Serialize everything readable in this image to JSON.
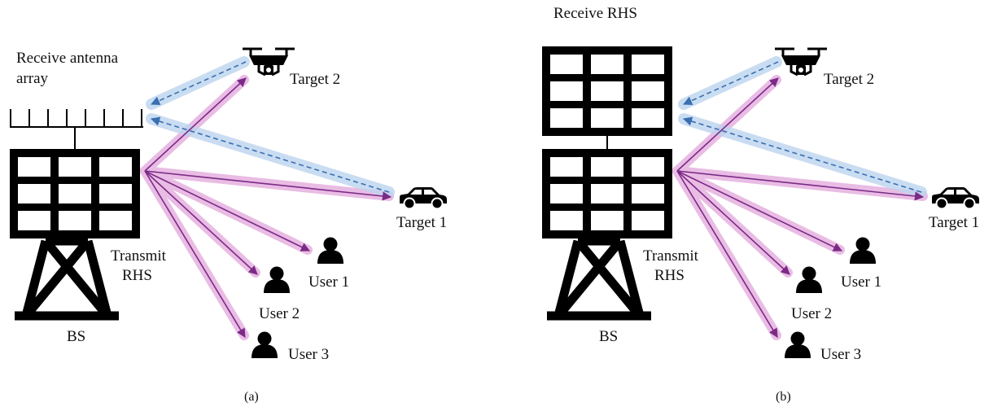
{
  "panels": [
    {
      "caption": "(a)",
      "receiver_label": "Receive antenna array",
      "receiver_label_lines": [
        "Receive antenna",
        "array"
      ],
      "transmit_label_lines": [
        "Transmit",
        "RHS"
      ],
      "bs_label": "BS",
      "targets": [
        {
          "label": "Target 1",
          "icon": "car-icon"
        },
        {
          "label": "Target 2",
          "icon": "drone-icon"
        }
      ],
      "users": [
        {
          "label": "User 1",
          "icon": "user-icon"
        },
        {
          "label": "User 2",
          "icon": "user-icon"
        },
        {
          "label": "User 3",
          "icon": "user-icon"
        }
      ]
    },
    {
      "caption": "(b)",
      "receiver_label": "Receive RHS",
      "transmit_label_lines": [
        "Transmit",
        "RHS"
      ],
      "bs_label": "BS",
      "targets": [
        {
          "label": "Target 1",
          "icon": "car-icon"
        },
        {
          "label": "Target 2",
          "icon": "drone-icon"
        }
      ],
      "users": [
        {
          "label": "User 1",
          "icon": "user-icon"
        },
        {
          "label": "User 2",
          "icon": "user-icon"
        },
        {
          "label": "User 3",
          "icon": "user-icon"
        }
      ]
    }
  ],
  "colors": {
    "transmit_beam": "#7b2a86",
    "transmit_halo": "#e2a6dc",
    "echo_beam": "#3a6fb0",
    "echo_halo": "#bcd4ef",
    "ink": "#000000"
  }
}
